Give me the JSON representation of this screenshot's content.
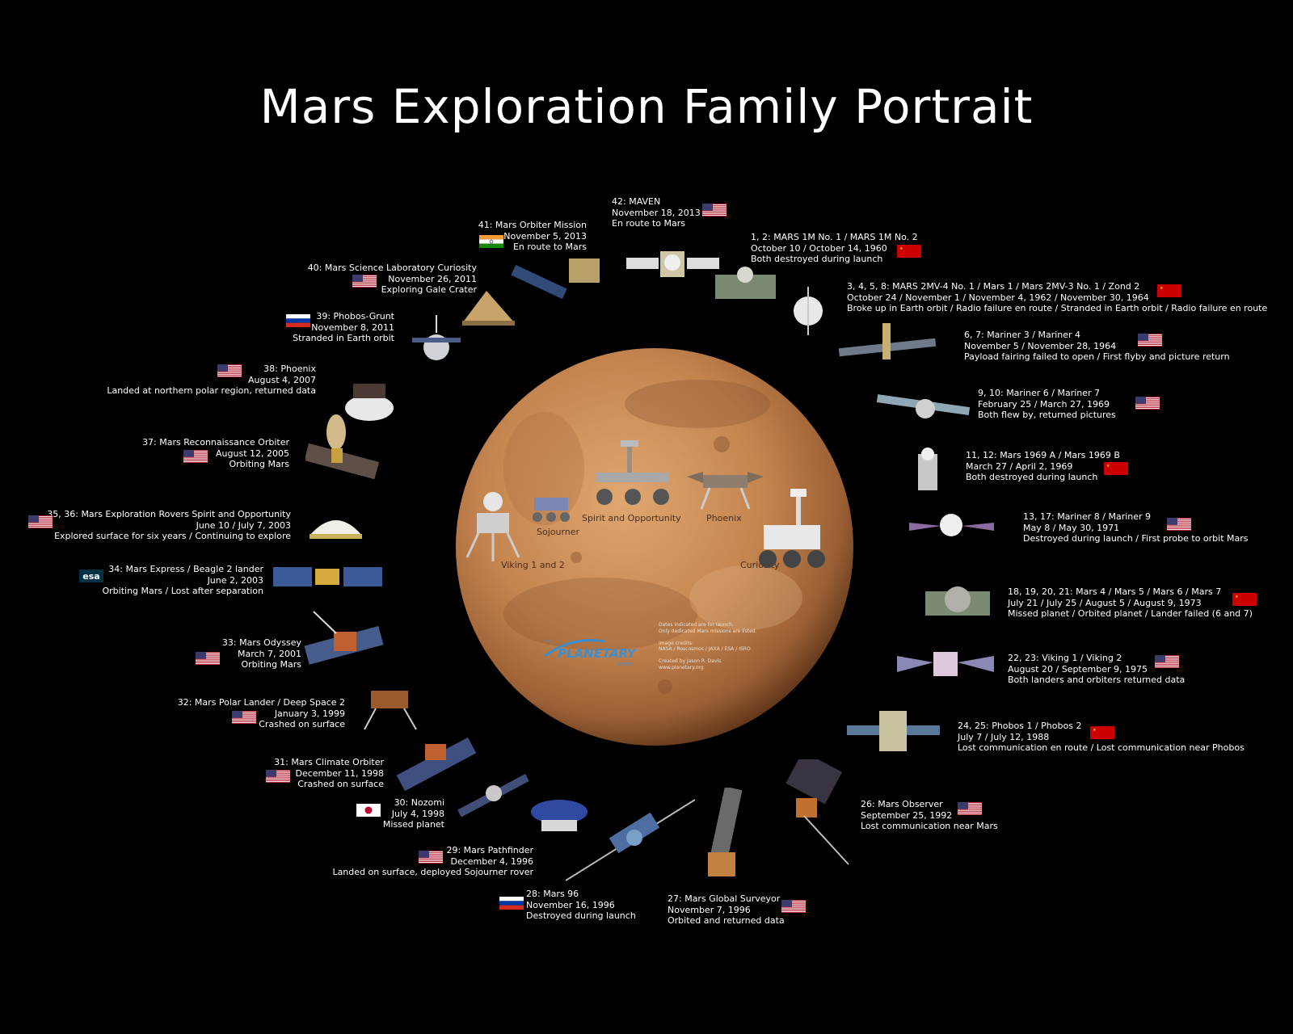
{
  "title": "Mars Exploration Family Portrait",
  "missions": [
    {
      "label": "1, 2: MARS 1M No. 1 / MARS 1M No. 2",
      "date": "October 10 / October 14, 1960",
      "status": "Both destroyed during launch",
      "flag": "ussr"
    },
    {
      "label": "3, 4, 5, 8: MARS 2MV-4 No. 1 / Mars 1 / Mars 2MV-3 No. 1 / Zond 2",
      "date": "October 24 / November 1 / November 4, 1962 / November 30, 1964",
      "status": "Broke up in Earth orbit / Radio failure en route / Stranded in Earth orbit / Radio failure en route",
      "flag": "ussr"
    },
    {
      "label": "6, 7: Mariner 3 / Mariner 4",
      "date": "November 5 / November 28, 1964",
      "status": "Payload fairing failed to open / First flyby and picture return",
      "flag": "usa"
    },
    {
      "label": "9, 10: Mariner 6 / Mariner 7",
      "date": "February 25 / March 27, 1969",
      "status": "Both flew by, returned pictures",
      "flag": "usa"
    },
    {
      "label": "11, 12: Mars 1969 A / Mars 1969 B",
      "date": "March 27 / April 2, 1969",
      "status": "Both destroyed during launch",
      "flag": "ussr"
    },
    {
      "label": "13, 17: Mariner 8 / Mariner 9",
      "date": "May 8 / May 30, 1971",
      "status": "Destroyed during launch / First probe to orbit Mars",
      "flag": "usa"
    },
    {
      "label": "18, 19, 20, 21: Mars 4 / Mars 5 / Mars 6 / Mars 7",
      "date": "July 21 / July 25 / August 5 / August 9, 1973",
      "status": "Missed planet / Orbited planet / Lander failed (6 and 7)",
      "flag": "ussr"
    },
    {
      "label": "22, 23: Viking 1 / Viking 2",
      "date": "August 20 / September 9, 1975",
      "status": "Both landers and orbiters returned data",
      "flag": "usa"
    },
    {
      "label": "24, 25: Phobos 1 / Phobos 2",
      "date": "July 7 / July 12, 1988",
      "status": "Lost communication en route / Lost communication near Phobos",
      "flag": "ussr"
    },
    {
      "label": "26: Mars Observer",
      "date": "September 25, 1992",
      "status": "Lost communication near Mars",
      "flag": "usa"
    },
    {
      "label": "27: Mars Global Surveyor",
      "date": "November 7, 1996",
      "status": "Orbited and returned data",
      "flag": "usa"
    },
    {
      "label": "28: Mars 96",
      "date": "November 16, 1996",
      "status": "Destroyed during launch",
      "flag": "russia"
    },
    {
      "label": "29: Mars Pathfinder",
      "date": "December 4, 1996",
      "status": "Landed on surface, deployed Sojourner rover",
      "flag": "usa"
    },
    {
      "label": "30: Nozomi",
      "date": "July 4, 1998",
      "status": "Missed planet",
      "flag": "japan"
    },
    {
      "label": "31: Mars Climate Orbiter",
      "date": "December 11, 1998",
      "status": "Crashed on surface",
      "flag": "usa"
    },
    {
      "label": "32: Mars Polar Lander / Deep Space 2",
      "date": "January 3, 1999",
      "status": "Crashed on surface",
      "flag": "usa"
    },
    {
      "label": "33: Mars Odyssey",
      "date": "March 7, 2001",
      "status": "Orbiting Mars",
      "flag": "usa"
    },
    {
      "label": "34: Mars Express / Beagle 2 lander",
      "date": "June 2, 2003",
      "status": "Orbiting Mars / Lost after separation",
      "flag": "esa",
      "flag_text": "esa"
    },
    {
      "label": "35, 36: Mars Exploration Rovers Spirit and Opportunity",
      "date": "June 10 / July 7, 2003",
      "status": "Explored surface for six years / Continuing to explore",
      "flag": "usa"
    },
    {
      "label": "37: Mars Reconnaissance Orbiter",
      "date": "August 12, 2005",
      "status": "Orbiting Mars",
      "flag": "usa"
    },
    {
      "label": "38: Phoenix",
      "date": "August 4, 2007",
      "status": "Landed at northern polar region, returned data",
      "flag": "usa"
    },
    {
      "label": "39: Phobos-Grunt",
      "date": "November 8, 2011",
      "status": "Stranded in Earth orbit",
      "flag": "russia"
    },
    {
      "label": "40: Mars Science Laboratory Curiosity",
      "date": "November 26, 2011",
      "status": "Exploring Gale Crater",
      "flag": "usa"
    },
    {
      "label": "41: Mars Orbiter Mission",
      "date": "November 5, 2013",
      "status": "En route to Mars",
      "flag": "india"
    },
    {
      "label": "42: MAVEN",
      "date": "November 18, 2013",
      "status": "En route to Mars",
      "flag": "usa"
    }
  ],
  "mars_labels": [
    "Sojourner",
    "Spirit and Opportunity",
    "Phoenix",
    "Viking 1 and 2",
    "Curiosity"
  ],
  "credits": [
    "Dates indicated are for launch.",
    "Only dedicated Mars missions are listed.",
    "",
    "Image credits:",
    "NASA / Roscosmos / JAXA / ESA / ISRO",
    "",
    "Created by Jason R. Davis",
    "www.planetary.org"
  ],
  "logo": {
    "top": "THE",
    "main": "PLANETARY",
    "bottom": "SOCIETY"
  },
  "colors": {
    "background": "#000000",
    "mars": "#c98a55",
    "text": "#ffffff"
  }
}
